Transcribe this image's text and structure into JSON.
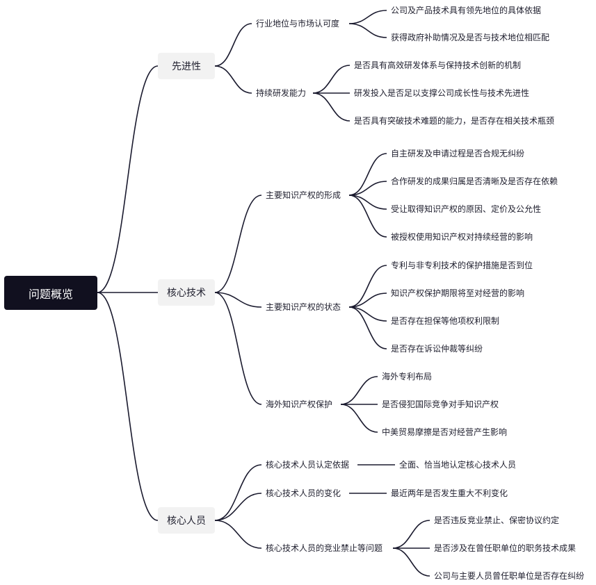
{
  "root": "问题概览",
  "branches": [
    {
      "label": "先进性",
      "children": [
        {
          "label": "行业地位与市场认可度",
          "children": [
            "公司及产品技术具有领先地位的具体依据",
            "获得政府补助情况及是否与技术地位相匹配"
          ]
        },
        {
          "label": "持续研发能力",
          "children": [
            "是否具有高效研发体系与保持技术创新的机制",
            "研发投入是否足以支撑公司成长性与技术先进性",
            "是否具有突破技术难题的能力，是否存在相关技术瓶颈"
          ]
        }
      ]
    },
    {
      "label": "核心技术",
      "children": [
        {
          "label": "主要知识产权的形成",
          "children": [
            "自主研发及申请过程是否合规无纠纷",
            "合作研发的成果归属是否清晰及是否存在依赖",
            "受让取得知识产权的原因、定价及公允性",
            "被授权使用知识产权对持续经营的影响"
          ]
        },
        {
          "label": "主要知识产权的状态",
          "children": [
            "专利与非专利技术的保护措施是否到位",
            "知识产权保护期限将至对经营的影响",
            "是否存在担保等他项权利限制",
            "是否存在诉讼仲裁等纠纷"
          ]
        },
        {
          "label": "海外知识产权保护",
          "children": [
            "海外专利布局",
            "是否侵犯国际竞争对手知识产权",
            "中美贸易摩擦是否对经营产生影响"
          ]
        }
      ]
    },
    {
      "label": "核心人员",
      "children": [
        {
          "label": "核心技术人员认定依据",
          "children": [
            "全面、恰当地认定核心技术人员"
          ]
        },
        {
          "label": "核心技术人员的变化",
          "children": [
            "最近两年是否发生重大不利变化"
          ]
        },
        {
          "label": "核心技术人员的竞业禁止等问题",
          "children": [
            "是否违反竞业禁止、保密协议约定",
            "是否涉及在曾任职单位的职务技术成果",
            "公司与主要人员曾任职单位是否存在纠纷"
          ]
        }
      ]
    }
  ],
  "colors": {
    "line": "#1a1a2e",
    "root_bg": "#11101f",
    "branch_bg": "#f2f2f2"
  }
}
